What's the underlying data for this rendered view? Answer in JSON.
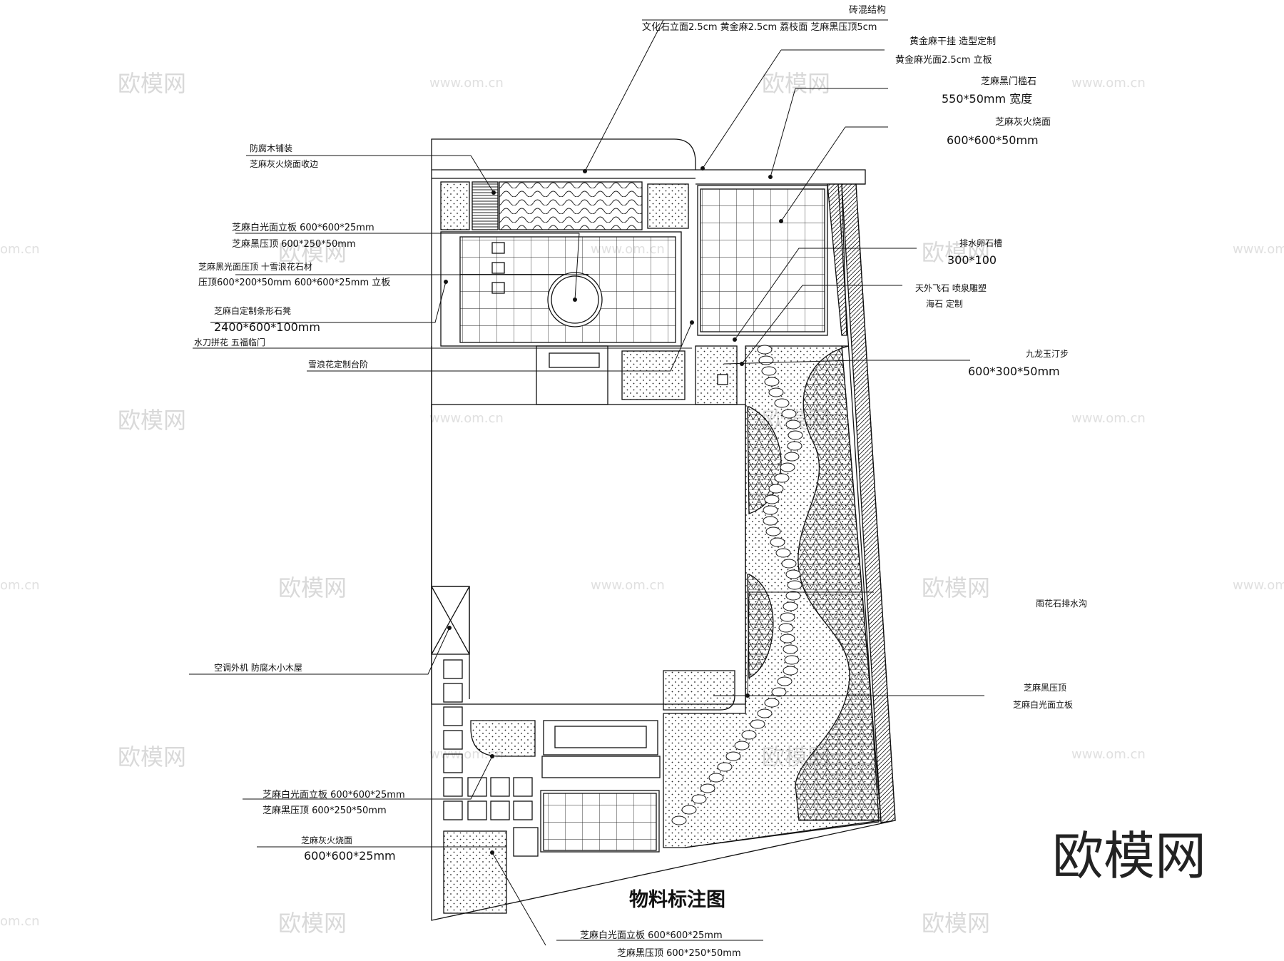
{
  "title": "物料标注图",
  "brand": "欧模网",
  "watermark": {
    "text": "欧模网",
    "url": "www.om.cn",
    "url_edge": "om.cn"
  },
  "annotations": {
    "top_structure": "砖混结构",
    "top_materials": "文化石立面2.5cm 黄金麻2.5cm 荔枝面  芝麻黑压顶5cm",
    "gold_hang": "黄金麻干挂  造型定制",
    "gold_panel": "黄金麻光面2.5cm 立板",
    "door_sill": "芝麻黑门槛石",
    "door_sill_size": "550*50mm 宽度",
    "grey_flamed": "芝麻灰火烧面",
    "grey_flamed_size": "600*600*50mm",
    "wood_deck": "防腐木铺装",
    "wood_edge": "芝麻灰火烧面收边",
    "white_panel_a": "芝麻白光面立板 600*600*25mm",
    "black_cap_a": "芝麻黑压顶  600*250*50mm",
    "black_polish": "芝麻黑光面压顶  十雪浪花石材",
    "cap_sizes": "压顶600*200*50mm  600*600*25mm  立板",
    "white_bench": "芝麻白定制条形石凳",
    "bench_size": "2400*600*100mm",
    "water_knife": "水刀拼花   五福临门",
    "snow_step": "雪浪花定制台阶",
    "drain_pebble": "排水卵石槽",
    "drain_pebble_size": "300*100",
    "sky_stone": "天外飞石  喷泉雕塑",
    "sea_stone": "海石  定制",
    "jiulong": "九龙玉汀步",
    "jiulong_size": "600*300*50mm",
    "rain_drain": "雨花石排水沟",
    "ac_unit": "空调外机   防腐木小木屋",
    "black_cap_b": "芝麻黑压顶",
    "white_panel_b": "芝麻白光面立板",
    "white_panel_c": "芝麻白光面立板 600*600*25mm",
    "black_cap_c": "芝麻黑压顶  600*250*50mm",
    "grey_flamed_b": "芝麻灰火烧面",
    "grey_flamed_b_size": "600*600*25mm",
    "white_panel_d": "芝麻白光面立板 600*600*25mm",
    "black_cap_d": "芝麻黑压顶   600*250*50mm"
  }
}
